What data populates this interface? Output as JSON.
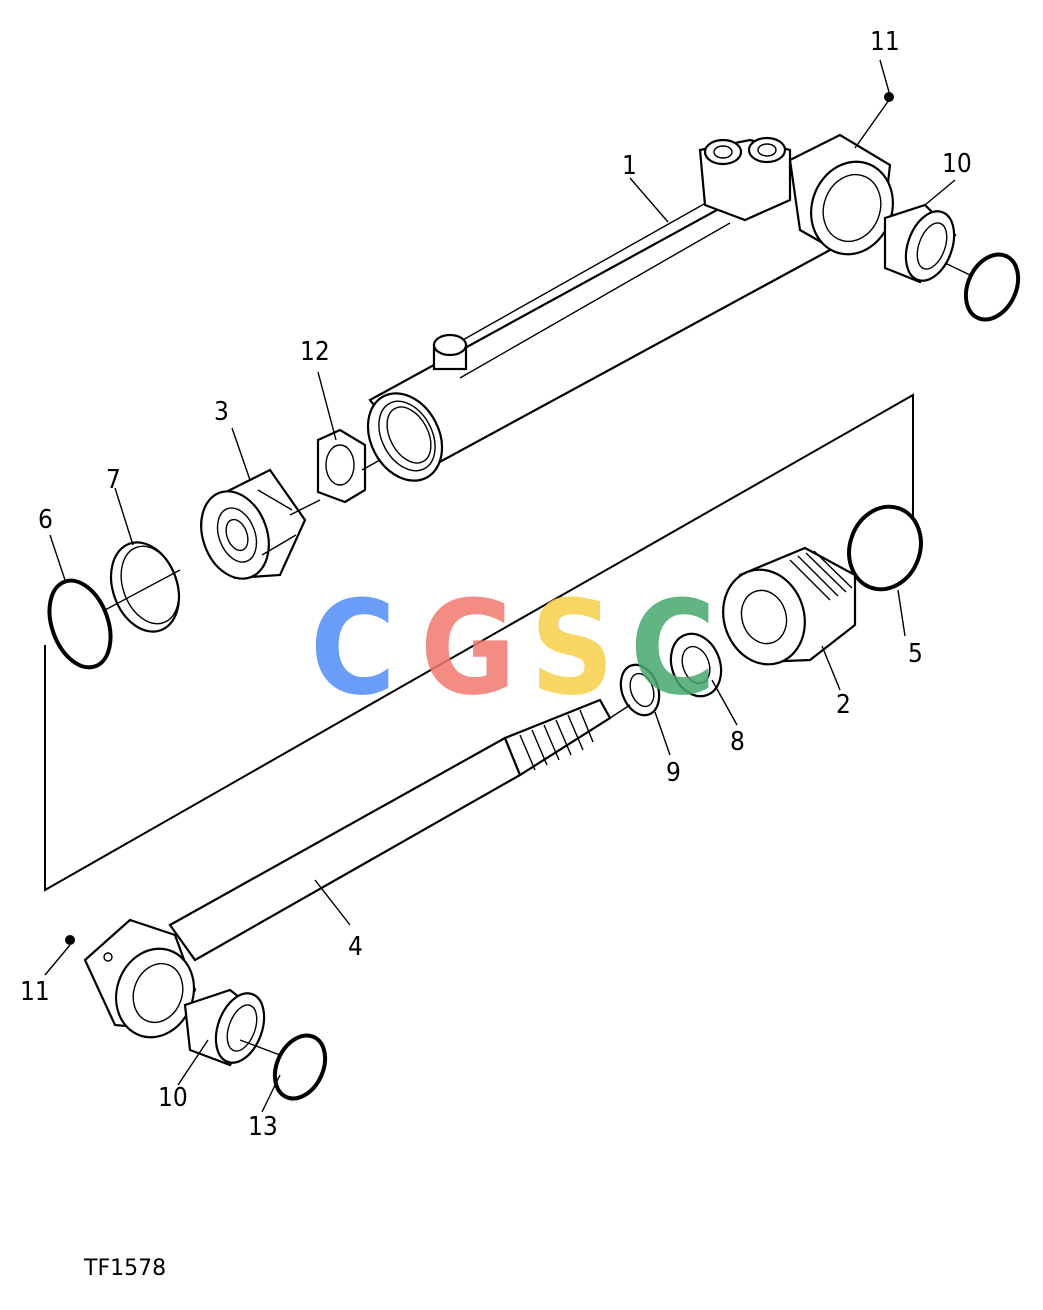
{
  "figure": {
    "id": "TF1578",
    "callouts": {
      "c1": "1",
      "c2": "2",
      "c3": "3",
      "c4": "4",
      "c5": "5",
      "c6": "6",
      "c7": "7",
      "c8": "8",
      "c9": "9",
      "c10a": "10",
      "c10b": "10",
      "c11a": "11",
      "c11b": "11",
      "c12": "12",
      "c13": "13"
    }
  },
  "watermark": {
    "letters": [
      "C",
      "G",
      "S",
      "C"
    ],
    "colors": [
      "#4f8cf7",
      "#f2786e",
      "#f7cf4a",
      "#47a86e"
    ]
  }
}
